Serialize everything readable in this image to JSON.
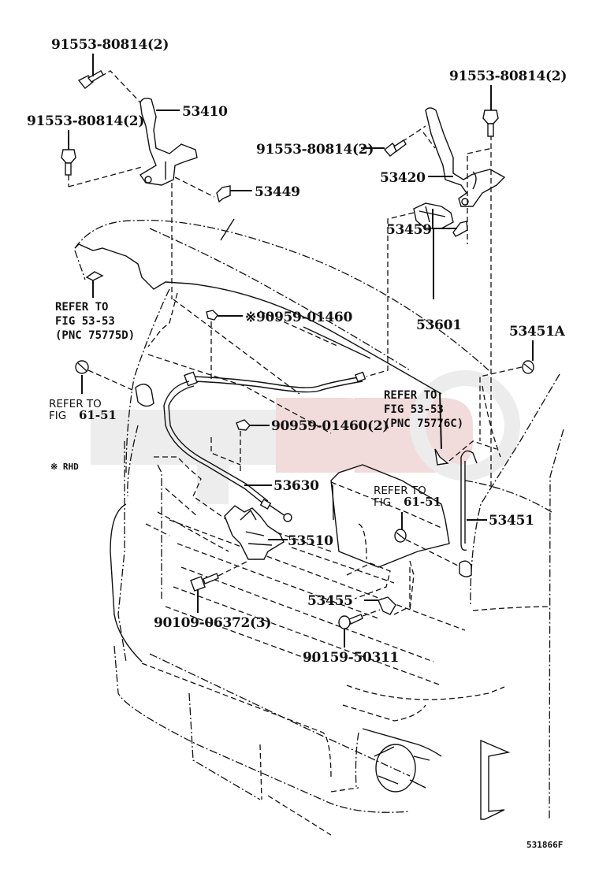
{
  "diagram": {
    "figure_code": "531866F",
    "note": "※ RHD",
    "watermark_color": "#d9a3a3",
    "labels": {
      "bolt_top_left": "91553-80814(2)",
      "bolt_left": "91553-80814(2)",
      "hinge_left": "53410",
      "stopper_left": "53449",
      "bolt_top_right": "91553-80814(2)",
      "bolt_right_mid": "91553-80814(2)",
      "hinge_right": "53420",
      "stopper_right": "53459",
      "clip_rhd": "※90959-01460",
      "handle": "53601",
      "cushion": "53451A",
      "clip_pair": "90959-01460(2)",
      "cable": "53630",
      "lock": "53510",
      "support_rod": "53451",
      "holder": "53455",
      "bolt_lock": "90109-06372(3)",
      "screw_holder": "90159-50311"
    },
    "refs": {
      "ref_hood_left": [
        "REFER TO",
        "FIG 53-53",
        "(PNC 75775D)"
      ],
      "ref_left_61": [
        "REFER TO",
        "FIG",
        "61-51"
      ],
      "ref_hood_right": [
        "REFER TO",
        "FIG 53-53",
        "(PNC 75776C)"
      ],
      "ref_right_61": [
        "REFER TO",
        "FIG",
        "61-51"
      ]
    }
  }
}
